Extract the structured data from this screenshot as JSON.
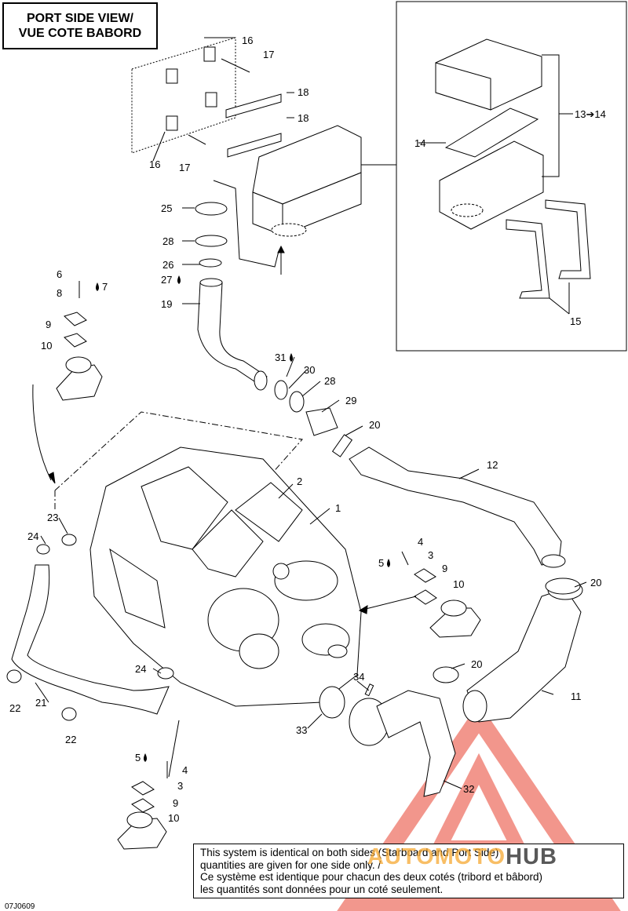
{
  "title": {
    "line1": "PORT SIDE VIEW/",
    "line2": "VUE COTE BABORD"
  },
  "note": {
    "line1": "This system is identical on both sides (Starboard and Port Side)",
    "line2": "quantities are given for one side only. /",
    "line3": "Ce système est identique pour chacun des deux cotés (tribord et bâbord)",
    "line4": "les quantités sont données pour un coté seulement."
  },
  "code": "07J0609",
  "watermark": {
    "part1": "AUTOMOTO",
    "part2": "HUB"
  },
  "callouts": {
    "c16a": "16",
    "c17a": "17",
    "c18a": "18",
    "c18b": "18",
    "c16b": "16",
    "c17b": "17",
    "c13": "13➔14",
    "c14": "14",
    "c15": "15",
    "c25": "25",
    "c28a": "28",
    "c26": "26",
    "c27": "27",
    "c19": "19",
    "c6": "6",
    "c7": "7",
    "c8": "8",
    "c9a": "9",
    "c10a": "10",
    "c31": "31",
    "c30": "30",
    "c28b": "28",
    "c29": "29",
    "c20a": "20",
    "c12": "12",
    "c2": "2",
    "c1": "1",
    "c4a": "4",
    "c5a": "5",
    "c3a": "3",
    "c9b": "9",
    "c10b": "10",
    "c20b": "20",
    "c23": "23",
    "c24a": "24",
    "c24b": "24",
    "c20c": "20",
    "c11": "11",
    "c34": "34",
    "c33": "33",
    "c32": "32",
    "c21": "21",
    "c22a": "22",
    "c22b": "22",
    "c5b": "5",
    "c4b": "4",
    "c3b": "3",
    "c9c": "9",
    "c10c": "10"
  },
  "colors": {
    "watermark_red": "#e8412f",
    "watermark_orange": "#f5a832"
  }
}
